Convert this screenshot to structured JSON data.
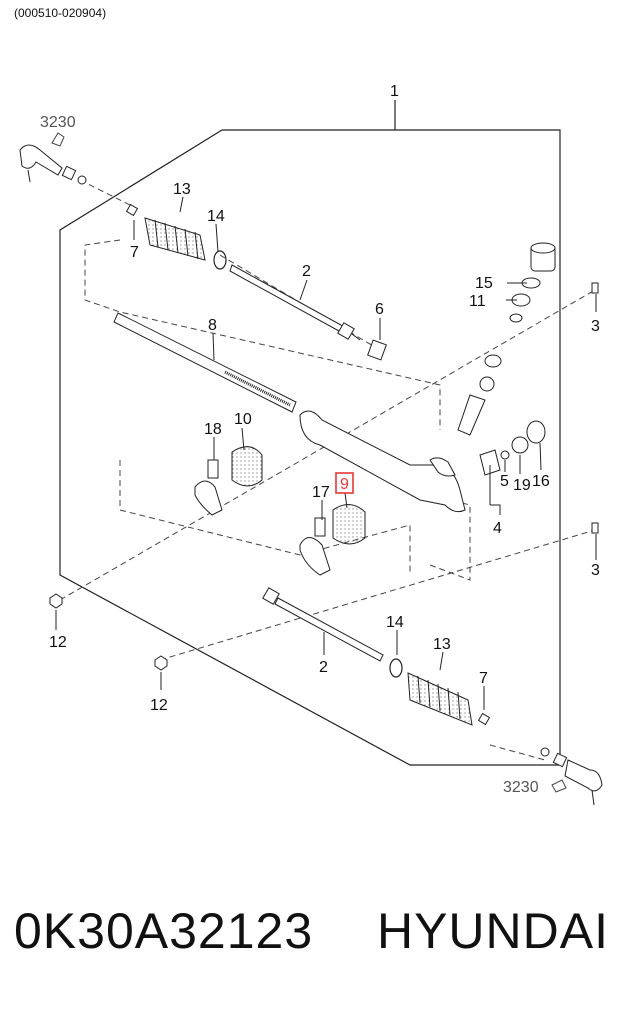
{
  "header": {
    "date_code": "(000510-020904)"
  },
  "labels": {
    "assembly": "1",
    "tie_rod_end_ref_left": "3230",
    "tie_rod_end_ref_right": "3230",
    "boot_left": "13",
    "boot_right": "13",
    "band_left": "14",
    "band_right": "14",
    "clip_left": "7",
    "clip_right": "7",
    "tie_rod_upper": "2",
    "tie_rod_lower": "2",
    "nut_6": "6",
    "rack": "8",
    "cap": "15",
    "washer": "11",
    "bolt_upper": "3",
    "bolt_lower": "3",
    "bracket_left": "18",
    "bushing_left": "10",
    "bracket_right": "17",
    "bushing_9": "9",
    "plug_5": "5",
    "nut_19": "19",
    "locknut_16": "16",
    "yoke_4": "4",
    "nut_12_upper": "12",
    "nut_12_lower": "12"
  },
  "highlight": {
    "part": "9",
    "color": "#e53935"
  },
  "footer": {
    "part_number": "0K30A32123",
    "brand": "HYUNDAI"
  }
}
